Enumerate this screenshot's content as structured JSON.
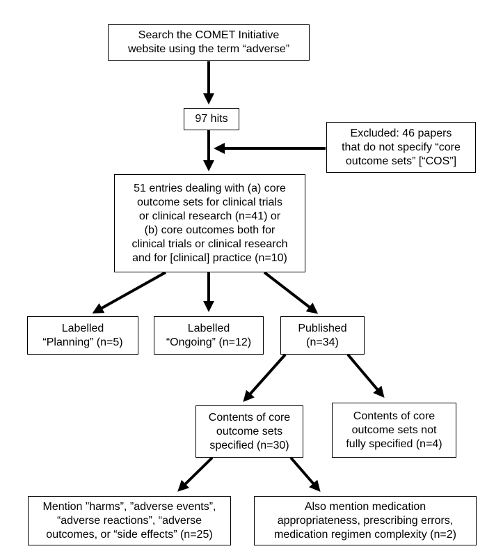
{
  "nodes": {
    "search": "Search the COMET Initiative\nwebsite using the term “adverse”",
    "hits": "97 hits",
    "excluded": "Excluded: 46 papers\nthat do not specify “core\noutcome sets” [“COS”]",
    "entries": "51 entries dealing with (a) core\noutcome sets for clinical trials\nor clinical research (n=41) or\n(b) core outcomes both for\nclinical trials or clinical research\nand for [clinical] practice (n=10)",
    "planning": "Labelled\n“Planning” (n=5)",
    "ongoing": "Labelled\n“Ongoing” (n=12)",
    "published": "Published\n(n=34)",
    "specified": "Contents of core\noutcome sets\nspecified (n=30)",
    "not_specified": "Contents of core\noutcome sets not\nfully specified (n=4)",
    "harms": "Mention ”harms”, ”adverse events”,\n“adverse reactions”, “adverse\noutcomes, or “side effects” (n=25)",
    "medication": "Also mention medication\nappropriateness, prescribing errors,\nmedication regimen complexity (n=2)"
  },
  "colors": {
    "line": "#000000",
    "box_border": "#000000",
    "background": "#ffffff"
  }
}
